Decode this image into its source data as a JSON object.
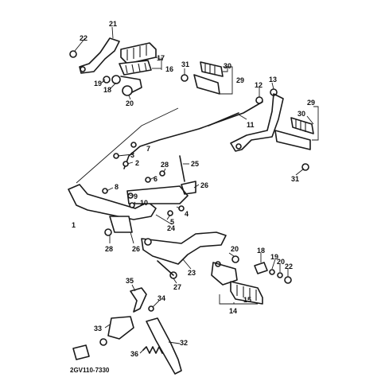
{
  "diagram": {
    "code": "2GV110-7330",
    "callouts": [
      "1",
      "2",
      "3",
      "4",
      "5",
      "6",
      "7",
      "8",
      "9",
      "10",
      "11",
      "12",
      "13",
      "14",
      "15",
      "16",
      "17",
      "18",
      "19",
      "20",
      "21",
      "22",
      "23",
      "24",
      "25",
      "26",
      "27",
      "28",
      "29",
      "30",
      "31",
      "32",
      "33",
      "34",
      "35",
      "36"
    ]
  }
}
